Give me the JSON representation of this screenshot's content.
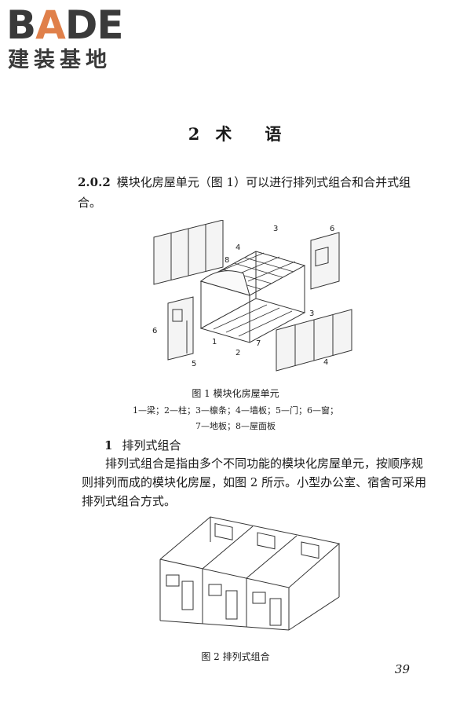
{
  "logo": {
    "word_pre": "B",
    "word_accent": "A",
    "word_post": "DE",
    "subtitle": "建装基地"
  },
  "chapter": {
    "number": "2",
    "title_a": "术",
    "title_b": "语"
  },
  "clause": {
    "number": "2.0.2",
    "text": "模块化房屋单元（图 1）可以进行排列式组合和合并式组合。"
  },
  "figure1": {
    "caption": "图 1   模块化房屋单元",
    "legend_line1": "1—梁；2—柱；3—檩条；4—墙板；5—门；6—窗；",
    "legend_line2": "7—地板；8—屋面板",
    "labels": [
      "1",
      "2",
      "3",
      "3",
      "4",
      "4",
      "5",
      "6",
      "6",
      "7",
      "8"
    ]
  },
  "section": {
    "number": "1",
    "title": "排列式组合"
  },
  "body": {
    "text": "排列式组合是指由多个不同功能的模块化房屋单元，按顺序规则排列而成的模块化房屋，如图 2 所示。小型办公室、宿舍可采用排列式组合方式。"
  },
  "figure2": {
    "caption": "图 2   排列式组合"
  },
  "page_number": "39"
}
